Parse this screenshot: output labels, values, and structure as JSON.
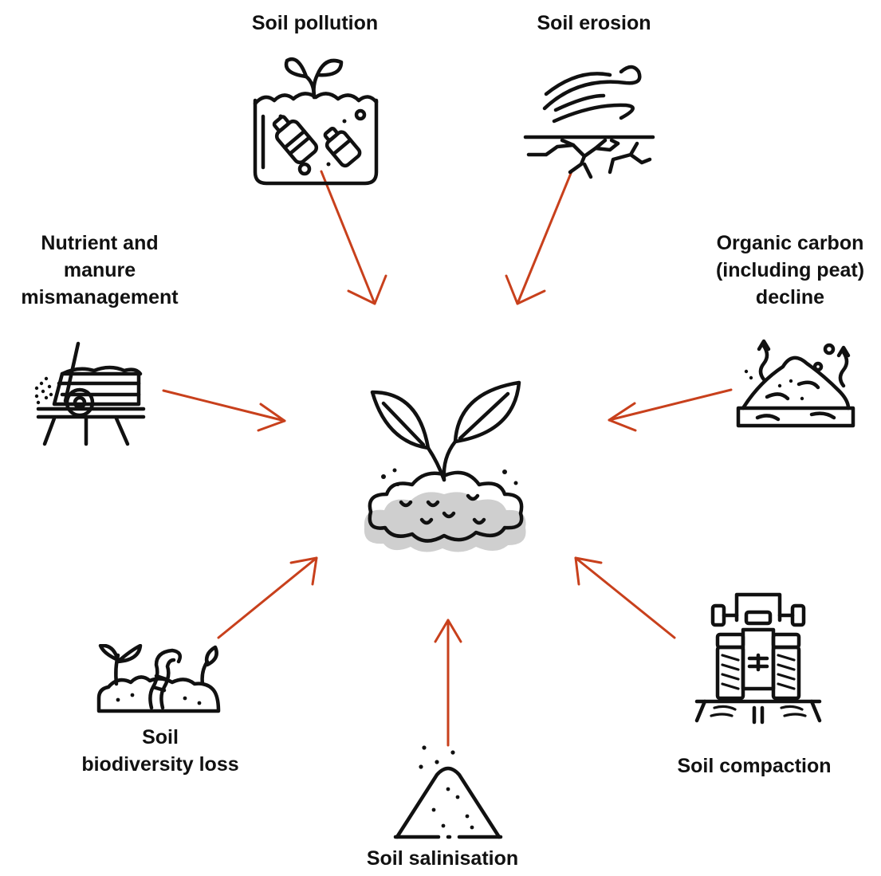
{
  "threats": {
    "pollution": {
      "label": "Soil pollution"
    },
    "erosion": {
      "label": "Soil erosion"
    },
    "nutrient": {
      "line1": "Nutrient and",
      "line2": "manure",
      "line3": "mismanagement"
    },
    "carbon": {
      "line1": "Organic carbon",
      "line2": "(including peat)",
      "line3": "decline"
    },
    "biodiversity": {
      "line1": "Soil",
      "line2": "biodiversity loss"
    },
    "compaction": {
      "label": "Soil compaction"
    },
    "salinisation": {
      "label": "Soil salinisation"
    }
  },
  "colors": {
    "arrow": "#c8401c",
    "leaf": "#a3b31a",
    "soil": "#bdbdbd",
    "soil_shadow": "#cfcfcf",
    "line": "#111111"
  }
}
